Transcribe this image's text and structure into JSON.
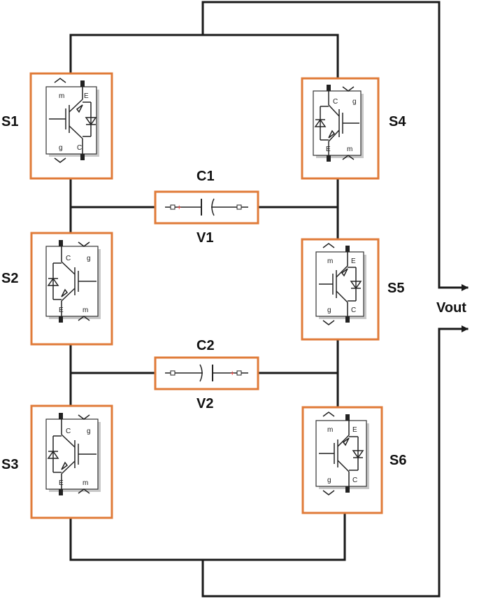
{
  "labels": {
    "s1": "S1",
    "s2": "S2",
    "s3": "S3",
    "s4": "S4",
    "s5": "S5",
    "s6": "S6",
    "c1": "C1",
    "v1": "V1",
    "c2": "C2",
    "v2": "V2",
    "vout": "Vout"
  },
  "ports": {
    "m": "m",
    "g": "g",
    "C": "C",
    "E": "E"
  },
  "colors": {
    "highlight": "#e07b39",
    "wire": "#1a1a1a",
    "polarity": "#e53935"
  }
}
